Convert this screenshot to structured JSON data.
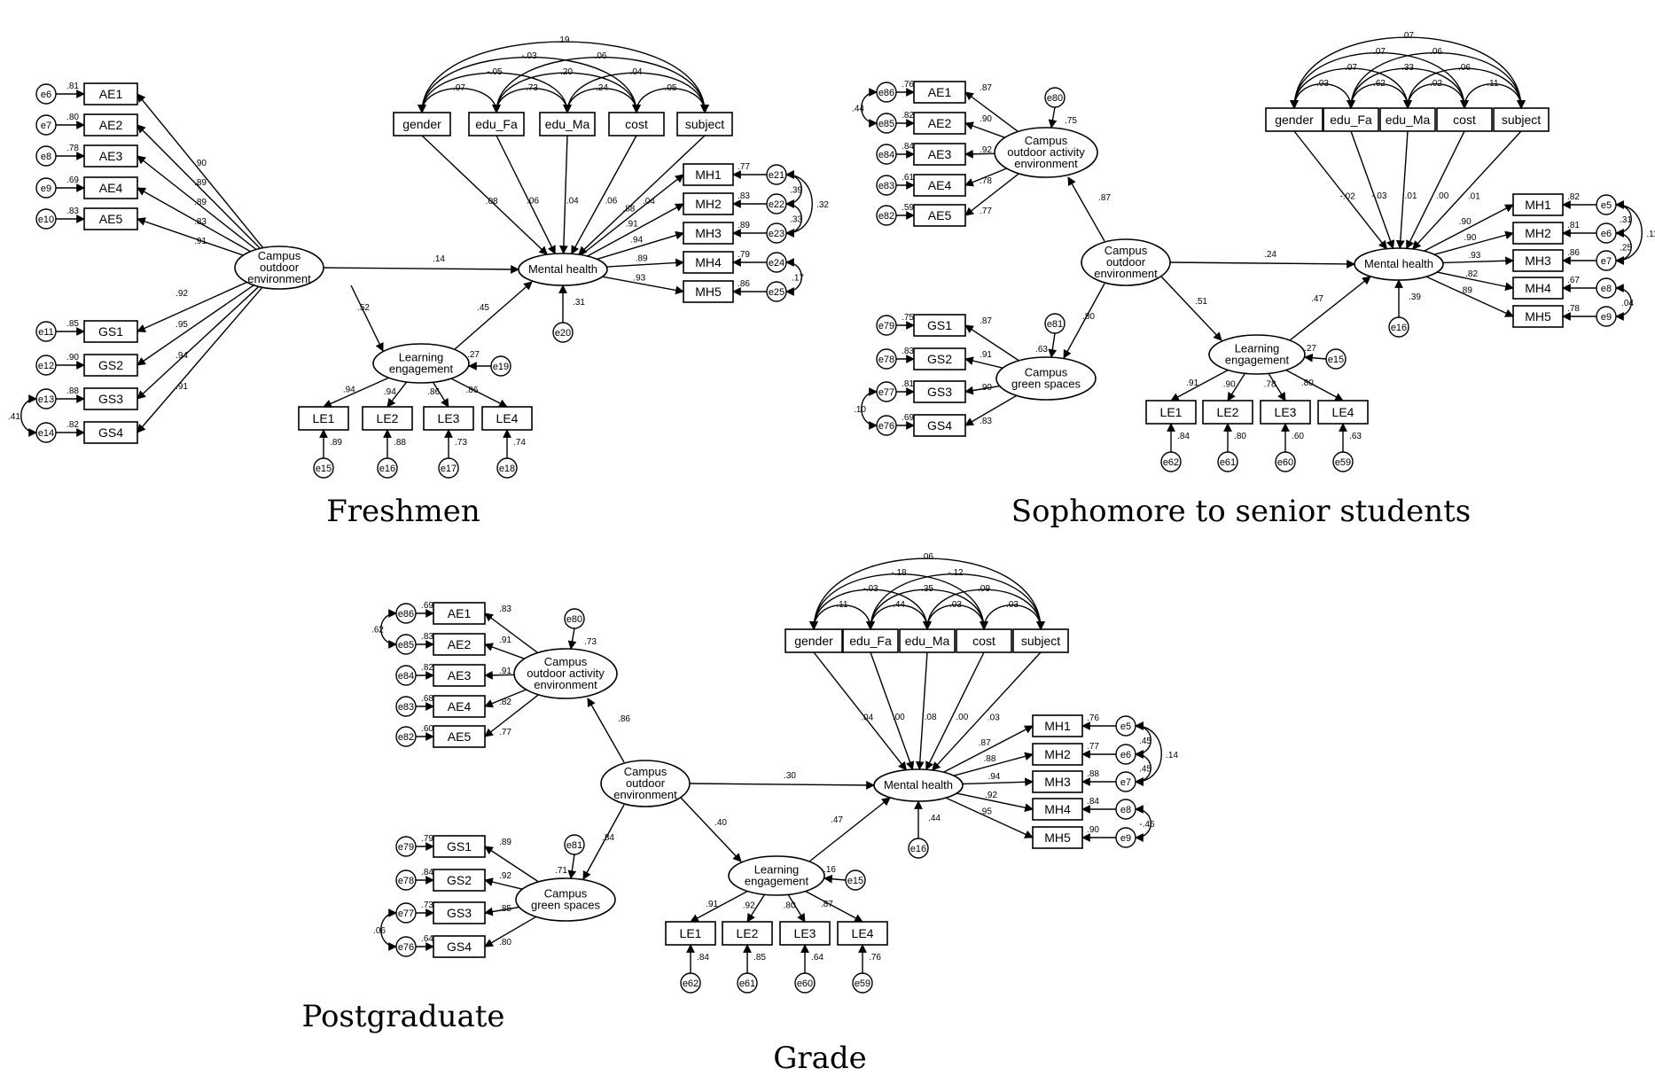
{
  "captions": {
    "freshmen": "Freshmen",
    "sophomore": "Sophomore to senior students",
    "postgraduate": "Postgraduate",
    "grade": "Grade"
  },
  "latents": {
    "campus_outdoor": [
      "Campus",
      "outdoor",
      "environment"
    ],
    "learning": [
      "Learning",
      "engagement"
    ],
    "mental": [
      "Mental health"
    ],
    "activity": [
      "Campus",
      "outdoor activity",
      "environment"
    ],
    "green": [
      "Campus",
      "green spaces"
    ]
  },
  "covariates": [
    "gender",
    "edu_Fa",
    "edu_Ma",
    "cost",
    "subject"
  ],
  "panels": [
    {
      "id": "freshmen",
      "outer_ae": {
        "items": [
          "AE1",
          "AE2",
          "AE3",
          "AE4",
          "AE5"
        ],
        "errors": [
          "e6",
          "e7",
          "e8",
          "e9",
          "e10"
        ],
        "r2": [
          ".81",
          ".80",
          ".78",
          ".69",
          ".83"
        ],
        "loadings": [
          ".90",
          ".89",
          ".89",
          ".83",
          ".91"
        ]
      },
      "outer_gs": {
        "items": [
          "GS1",
          "GS2",
          "GS3",
          "GS4"
        ],
        "errors": [
          "e11",
          "e12",
          "e13",
          "e14"
        ],
        "r2": [
          ".85",
          ".90",
          ".88",
          ".82"
        ],
        "loadings": [
          ".92",
          ".95",
          ".94",
          ".91"
        ],
        "err_cov": ".41"
      },
      "le": {
        "items": [
          "LE1",
          "LE2",
          "LE3",
          "LE4"
        ],
        "errors": [
          "e15",
          "e16",
          "e17",
          "e18"
        ],
        "r2": [
          ".89",
          ".88",
          ".73",
          ".74"
        ],
        "loadings": [
          ".94",
          ".94",
          ".86",
          ".86"
        ]
      },
      "mh": {
        "items": [
          "MH1",
          "MH2",
          "MH3",
          "MH4",
          "MH5"
        ],
        "errors": [
          "e21",
          "e22",
          "e23",
          "e24",
          "e25"
        ],
        "r2": [
          ".77",
          ".83",
          ".89",
          ".79",
          ".86"
        ],
        "loadings": [
          ".88",
          ".91",
          ".94",
          ".89",
          ".93"
        ],
        "err_covs": [
          ".39",
          ".32",
          ".33",
          ".17"
        ]
      },
      "paths": {
        "outdoor_mh": ".14",
        "outdoor_le": ".52",
        "le_mh": ".45",
        "le_r2": ".27",
        "le_err": "e19",
        "mh_r2": ".31",
        "mh_err": "e20"
      },
      "cov_paths": [
        ".08",
        ".06",
        ".04",
        ".06",
        ".04"
      ],
      "cov_corrs": [
        ".19",
        "-.03",
        ".06",
        "-.05",
        ".20",
        ".04",
        ".07",
        ".73",
        ".24",
        ".05"
      ]
    },
    {
      "id": "sophomore",
      "ae": {
        "items": [
          "AE1",
          "AE2",
          "AE3",
          "AE4",
          "AE5"
        ],
        "errors": [
          "e86",
          "e85",
          "e84",
          "e83",
          "e82"
        ],
        "r2": [
          ".76",
          ".82",
          ".84",
          ".61",
          ".59"
        ],
        "loadings": [
          ".87",
          ".90",
          ".92",
          ".78",
          ".77"
        ],
        "err_cov": ".44"
      },
      "gs": {
        "items": [
          "GS1",
          "GS2",
          "GS3",
          "GS4"
        ],
        "errors": [
          "e79",
          "e78",
          "e77",
          "e76"
        ],
        "r2": [
          ".75",
          ".83",
          ".81",
          ".69"
        ],
        "loadings": [
          ".87",
          ".91",
          ".90",
          ".83"
        ],
        "err_cov": ".10"
      },
      "le": {
        "items": [
          "LE1",
          "LE2",
          "LE3",
          "LE4"
        ],
        "errors": [
          "e62",
          "e61",
          "e60",
          "e59"
        ],
        "r2": [
          ".84",
          ".80",
          ".60",
          ".63"
        ],
        "loadings": [
          ".91",
          ".90",
          ".78",
          ".80"
        ]
      },
      "mh": {
        "items": [
          "MH1",
          "MH2",
          "MH3",
          "MH4",
          "MH5"
        ],
        "errors": [
          "e5",
          "e6",
          "e7",
          "e8",
          "e9"
        ],
        "r2": [
          ".82",
          ".81",
          ".86",
          ".67",
          ".78"
        ],
        "loadings": [
          ".90",
          ".90",
          ".93",
          ".82",
          ".89"
        ],
        "err_covs": [
          ".31",
          ".11",
          ".25",
          ".04"
        ]
      },
      "paths": {
        "outdoor_act": ".87",
        "act_err": "e80",
        "act_r2": ".75",
        "outdoor_green": ".80",
        "green_err": "e81",
        "green_r2": ".63",
        "outdoor_mh": ".24",
        "outdoor_le": ".51",
        "le_mh": ".47",
        "le_r2": ".27",
        "le_err": "e15",
        "mh_r2": ".39",
        "mh_err": "e16"
      },
      "cov_paths": [
        "-.02",
        "-.03",
        ".01",
        ".00",
        ".01"
      ],
      "cov_corrs": [
        ".07",
        ".07",
        ".06",
        ".07",
        ".33",
        ".06",
        ".03",
        ".62",
        ".02",
        ".11"
      ]
    },
    {
      "id": "postgraduate",
      "ae": {
        "items": [
          "AE1",
          "AE2",
          "AE3",
          "AE4",
          "AE5"
        ],
        "errors": [
          "e86",
          "e85",
          "e84",
          "e83",
          "e82"
        ],
        "r2": [
          ".69",
          ".83",
          ".82",
          ".68",
          ".60"
        ],
        "loadings": [
          ".83",
          ".91",
          ".91",
          ".82",
          ".77"
        ],
        "err_cov": ".62"
      },
      "gs": {
        "items": [
          "GS1",
          "GS2",
          "GS3",
          "GS4"
        ],
        "errors": [
          "e79",
          "e78",
          "e77",
          "e76"
        ],
        "r2": [
          ".79",
          ".84",
          ".73",
          ".64"
        ],
        "loadings": [
          ".89",
          ".92",
          ".85",
          ".80"
        ],
        "err_cov": ".06"
      },
      "le": {
        "items": [
          "LE1",
          "LE2",
          "LE3",
          "LE4"
        ],
        "errors": [
          "e62",
          "e61",
          "e60",
          "e59"
        ],
        "r2": [
          ".84",
          ".85",
          ".64",
          ".76"
        ],
        "loadings": [
          ".91",
          ".92",
          ".80",
          ".87"
        ]
      },
      "mh": {
        "items": [
          "MH1",
          "MH2",
          "MH3",
          "MH4",
          "MH5"
        ],
        "errors": [
          "e5",
          "e6",
          "e7",
          "e8",
          "e9"
        ],
        "r2": [
          ".76",
          ".77",
          ".88",
          ".84",
          ".90"
        ],
        "loadings": [
          ".87",
          ".88",
          ".94",
          ".92",
          ".95"
        ],
        "err_covs": [
          ".45",
          ".14",
          ".45",
          "-.46"
        ]
      },
      "paths": {
        "outdoor_act": ".86",
        "act_err": "e80",
        "act_r2": ".73",
        "outdoor_green": ".84",
        "green_err": "e81",
        "green_r2": ".71",
        "outdoor_mh": ".30",
        "outdoor_le": ".40",
        "le_mh": ".47",
        "le_r2": ".16",
        "le_err": "e15",
        "mh_r2": ".44",
        "mh_err": "e16"
      },
      "cov_paths": [
        ".04",
        ".00",
        ".08",
        ".00",
        ".03"
      ],
      "cov_corrs": [
        ".06",
        "-.18",
        "-.12",
        "-.03",
        ".35",
        ".09",
        ".11",
        ".44",
        ".03",
        ".03"
      ]
    }
  ]
}
